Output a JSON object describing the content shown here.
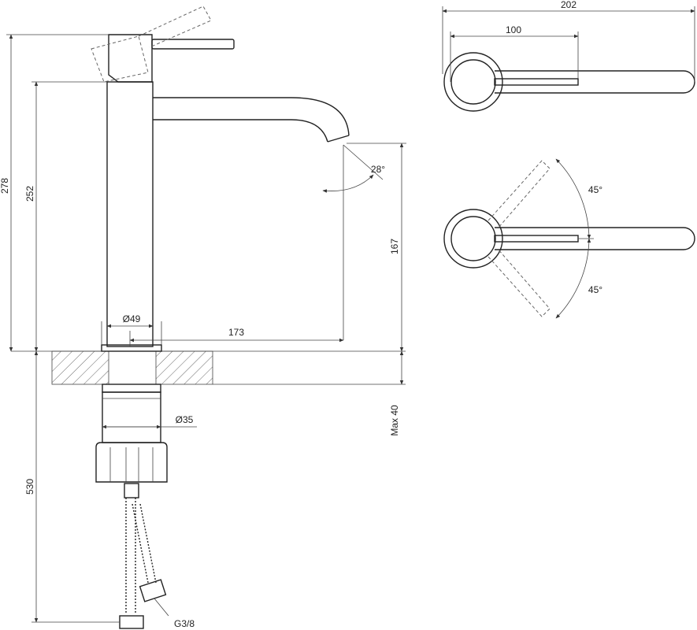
{
  "dimensions": {
    "total_height": "278",
    "spout_height": "252",
    "outlet_height": "167",
    "spout_reach": "173",
    "body_diameter": "Ø49",
    "shank_diameter": "Ø35",
    "max_thickness": "Max 40",
    "hose_length": "530",
    "thread": "G3/8",
    "outlet_angle": "28°",
    "top_width": "202",
    "top_lever": "100",
    "swing_top": "45°",
    "swing_bottom": "45°"
  },
  "colors": {
    "line": "#222222",
    "dim_line": "#444444",
    "background": "#ffffff"
  }
}
